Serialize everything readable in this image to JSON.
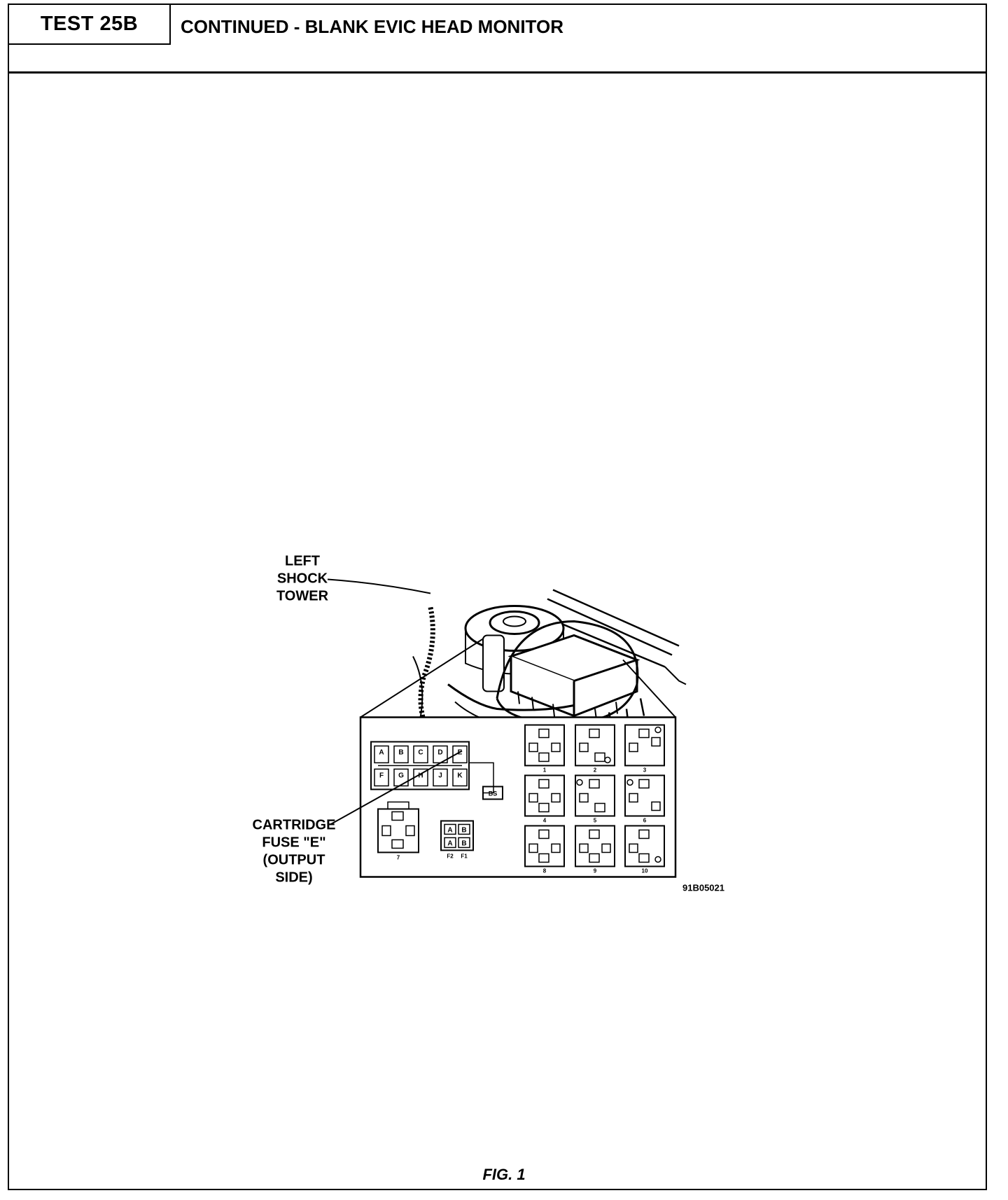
{
  "header": {
    "test_label": "TEST 25B",
    "title": "CONTINUED - BLANK EVIC HEAD MONITOR"
  },
  "figure": {
    "labels": {
      "left_shock_tower": [
        "LEFT",
        "SHOCK",
        "TOWER"
      ],
      "cartridge_fuse": [
        "CARTRIDGE",
        "FUSE \"E\"",
        "(OUTPUT",
        "SIDE)"
      ]
    },
    "fuse_letters_top": [
      "A",
      "B",
      "C",
      "D",
      "E"
    ],
    "fuse_letters_bottom": [
      "F",
      "G",
      "H",
      "J",
      "K"
    ],
    "relay_numbers": [
      "1",
      "2",
      "3",
      "4",
      "5",
      "6",
      "8",
      "9",
      "10"
    ],
    "lower_connector_number": "7",
    "small_block_letters": [
      "A",
      "B",
      "A",
      "B"
    ],
    "small_block_labels": [
      "F2",
      "F1"
    ],
    "small_tag": "BS",
    "part_number": "91B05021",
    "caption": "FIG. 1"
  }
}
